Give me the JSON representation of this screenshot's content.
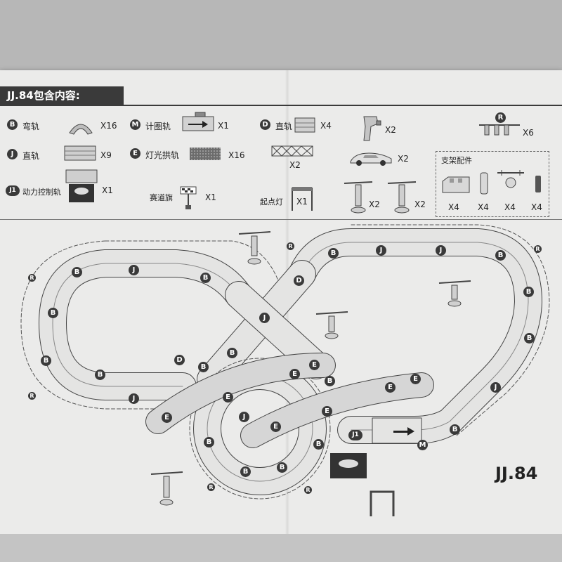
{
  "header": {
    "title": "JJ.84包含内容:"
  },
  "parts": [
    {
      "badge": "B",
      "name": "弯轨",
      "qty": "X16",
      "icon": "curved-track-icon"
    },
    {
      "badge": "M",
      "name": "计圈轨",
      "qty": "X1",
      "icon": "lap-counter-track-icon"
    },
    {
      "badge": "D",
      "name": "直轨",
      "qty": "X4",
      "icon": "straight-track-short-icon"
    },
    {
      "badge": "",
      "name": "",
      "qty": "X2",
      "icon": "hand-controller-icon"
    },
    {
      "badge": "R",
      "name": "",
      "qty": "X6",
      "icon": "track-clip-icon"
    },
    {
      "badge": "J",
      "name": "直轨",
      "qty": "X9",
      "icon": "straight-track-icon"
    },
    {
      "badge": "E",
      "name": "灯光拱轨",
      "qty": "X16",
      "icon": "light-arch-track-icon"
    },
    {
      "badge": "",
      "name": "",
      "qty": "X2",
      "icon": "truss-bridge-icon"
    },
    {
      "badge": "",
      "name": "",
      "qty": "X2",
      "icon": "race-car-icon"
    },
    {
      "badge": "J1",
      "name": "动力控制轨",
      "qty": "X1",
      "icon": "power-control-track-icon"
    },
    {
      "badge": "",
      "name": "赛道旗",
      "qty": "X1",
      "icon": "race-flag-icon"
    },
    {
      "badge": "",
      "name": "起点灯",
      "qty": "X1",
      "icon": "start-light-icon"
    },
    {
      "badge": "",
      "name": "",
      "qty": "X2",
      "icon": "support-stand-icon"
    },
    {
      "badge": "",
      "name": "",
      "qty": "X2",
      "icon": "support-stand-icon"
    }
  ],
  "support_parts": {
    "title": "支架配件",
    "items": [
      {
        "qty": "X4",
        "icon": "support-base-icon"
      },
      {
        "qty": "X4",
        "icon": "support-column-icon"
      },
      {
        "qty": "X4",
        "icon": "support-bracket-icon"
      },
      {
        "qty": "X4",
        "icon": "support-pin-icon"
      }
    ]
  },
  "layout_labels": {
    "B": "B",
    "J": "J",
    "E": "E",
    "D": "D",
    "M": "M",
    "R": "R",
    "J1": "J1"
  },
  "model": "JJ.84"
}
